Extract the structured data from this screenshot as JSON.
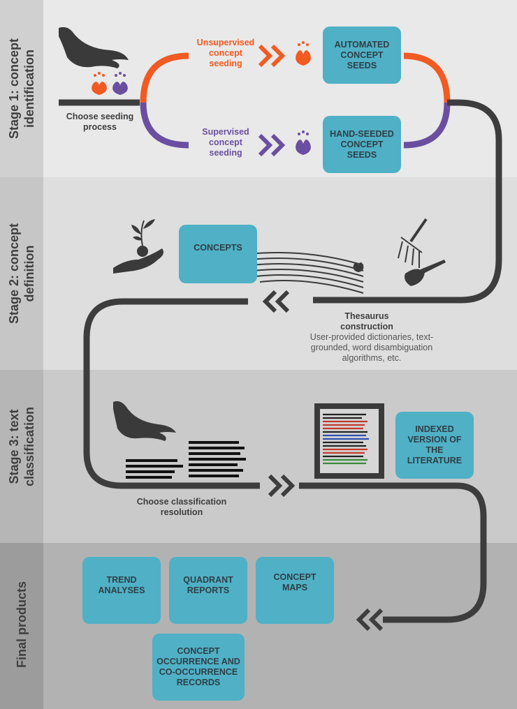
{
  "stages": {
    "stage1": "Stage 1: concept\nidentification",
    "stage2": "Stage 2: concept\ndefinition",
    "stage3": "Stage 3: text\nclassification",
    "final": "Final products"
  },
  "stage1": {
    "choose_seeding": "Choose seeding\nprocess",
    "unsupervised": "Unsupervised\nconcept\nseeding",
    "supervised": "Supervised\nconcept\nseeding",
    "automated_box": "AUTOMATED\nCONCEPT\nSEEDS",
    "handseeded_box": "HAND-SEEDED\nCONCEPT\nSEEDS"
  },
  "stage2": {
    "concepts_box": "CONCEPTS",
    "thesaurus_title": "Thesaurus\nconstruction",
    "thesaurus_desc": "User-provided dictionaries, text-\ngrounded, word disambiguation\nalgorithms, etc."
  },
  "stage3": {
    "indexed_box": "INDEXED\nVERSION OF\nTHE\nLITERATURE",
    "choose_resolution": "Choose classification\nresolution"
  },
  "final": {
    "trend_box": "TREND\nANALYSES",
    "quadrant_box": "QUADRANT\nREPORTS",
    "maps_box": "CONCEPT\nMAPS",
    "occurrence_box": "CONCEPT\nOCCURRENCE AND\nCO-OCCURRENCE\nRECORDS"
  },
  "colors": {
    "orange": "#f15a22",
    "purple": "#6a4fa0",
    "box": "#4fb0c6",
    "path": "#3d3d3d"
  },
  "icons": [
    "hand-icon",
    "flower-icon",
    "plant-in-hand-icon",
    "rake-icon",
    "shovel-icon",
    "monitor-icon",
    "chevron-right-icon",
    "chevron-left-icon"
  ]
}
